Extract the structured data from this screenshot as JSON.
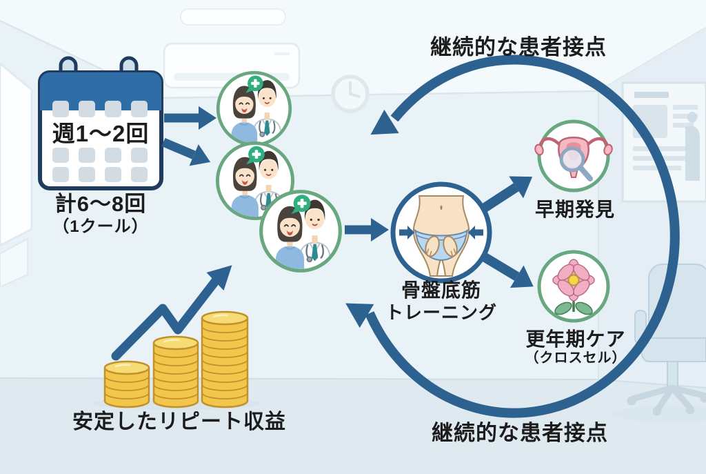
{
  "colors": {
    "accent-blue": "#2d6190",
    "calendar-blue": "#2f6da7",
    "navy-outline": "#1f3c5f",
    "circle-green": "#69a87e",
    "bubble-green": "#2fae80",
    "coin-gold": "#f1c64a",
    "coin-gold-light": "#f7dc76",
    "coin-outline": "#c1922b",
    "uterus-pink": "#f4b9c1",
    "flower-pink": "#f2afc3",
    "text-dark": "#1c1c1c",
    "wall": "#e9f2f7",
    "floor": "#dfeaf0"
  },
  "schedule": {
    "frequency": "週1〜2回",
    "total": "計6〜8回",
    "course": "（1クール）"
  },
  "core": {
    "label_line1": "骨盤底筋",
    "label_line2": "トレーニング"
  },
  "outcomes": {
    "early_detection": {
      "label": "早期発見"
    },
    "menopause_care": {
      "label": "更年期ケア",
      "sublabel": "（クロスセル）"
    }
  },
  "cycle": {
    "top_label": "継続的な患者接点",
    "bottom_label": "継続的な患者接点"
  },
  "revenue": {
    "label": "安定したリピート収益",
    "coin_stacks": [
      4,
      7,
      10
    ]
  }
}
